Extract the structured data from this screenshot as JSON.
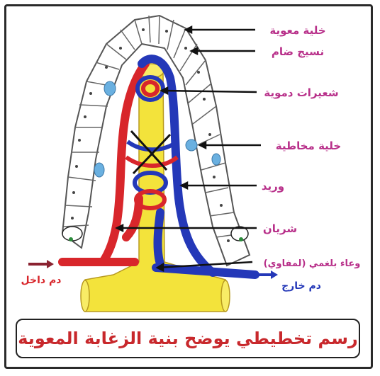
{
  "colors": {
    "label": "#b8308a",
    "artery": "#d8262b",
    "vein": "#2438b8",
    "lacteal": "#f3e33b",
    "cell_outline": "#555555",
    "goblet": "#6ab0e0",
    "caption_text": "#c8282c",
    "arrow": "#8a2230"
  },
  "labels": {
    "epithelial_cell": "خلية معوية",
    "connective_tissue": "نسيج ضام",
    "capillaries": "شعيرات دموية",
    "mucous_cell": "خلية مخاطية",
    "vein": "وريد",
    "artery": "شريان",
    "lymph_vessel": "وعاء بلغمي (لمفاوي)",
    "blood_in": "دم داخل",
    "blood_out": "دم خارج"
  },
  "caption": "رسم تخطيطي يوضح بنية الزغابة المعوية"
}
